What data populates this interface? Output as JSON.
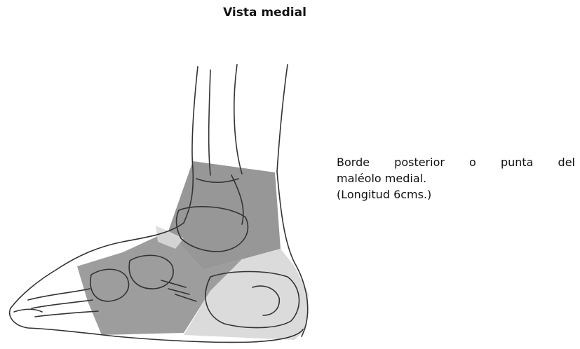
{
  "title": "Vista medial",
  "annotation": {
    "line1_words": [
      "Borde",
      "posterior",
      "o",
      "punta",
      "del"
    ],
    "line2": "maléolo medial.",
    "line3": "(Longitud 6cms.)"
  },
  "colors": {
    "zone_dark": "#8c8c8c",
    "zone_light": "#d9d9d9",
    "line": "#333333"
  }
}
